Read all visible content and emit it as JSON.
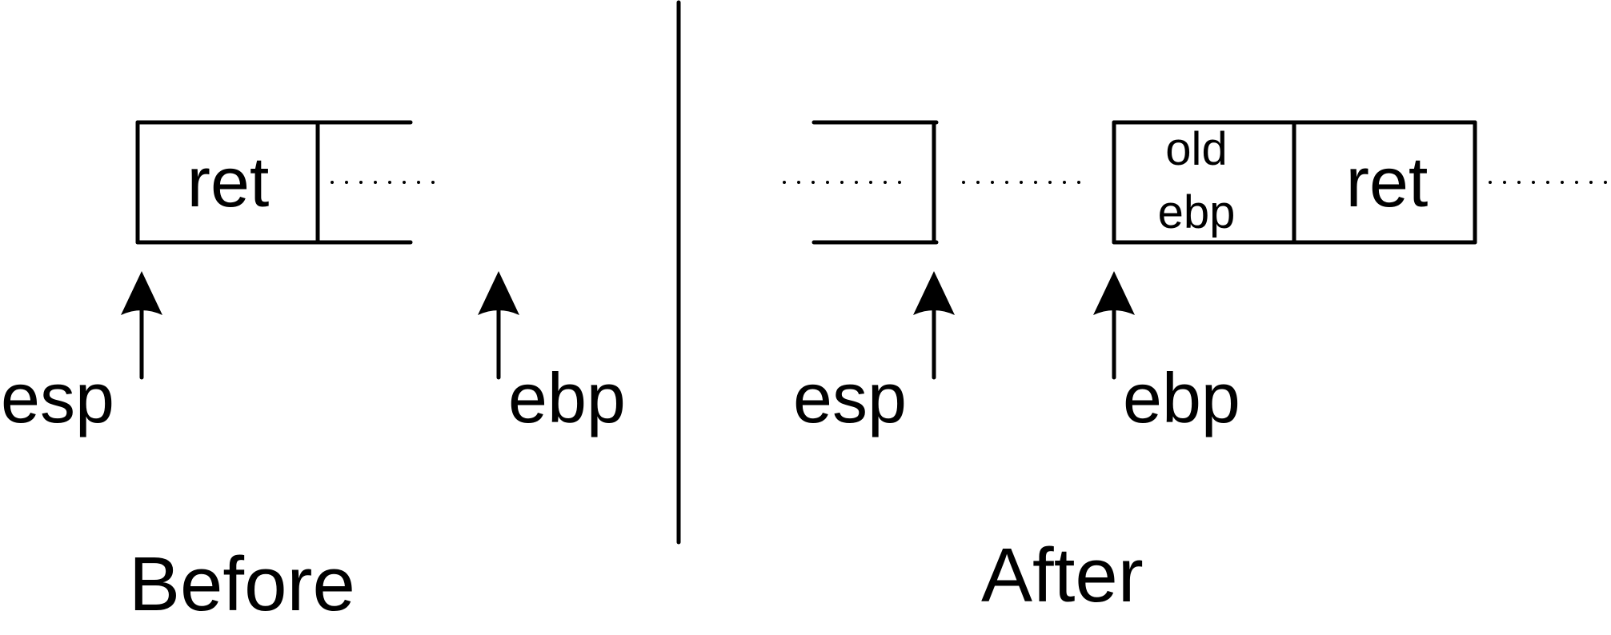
{
  "before": {
    "title": "Before",
    "cells": [
      "ret"
    ],
    "pointers": [
      "esp",
      "ebp"
    ]
  },
  "after": {
    "title": "After",
    "cells": [
      "old",
      "ebp",
      "ret"
    ],
    "pointers": [
      "esp",
      "ebp"
    ]
  },
  "colors": {
    "ink": "#000000",
    "background": "#ffffff"
  }
}
